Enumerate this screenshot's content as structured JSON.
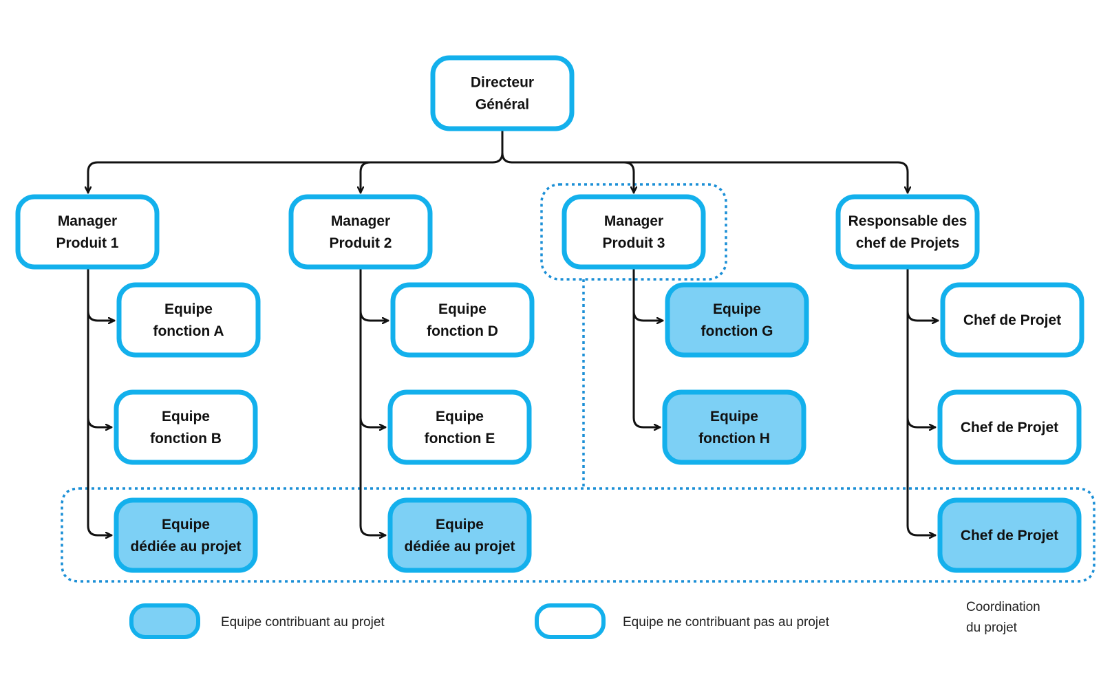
{
  "colors": {
    "border": "#13B0EC",
    "contrib_fill": "#7DD0F5",
    "plain_fill": "#FFFFFF",
    "connector": "#111111",
    "text": "#111111"
  },
  "nodes": {
    "dg": {
      "lines": [
        "Directeur",
        "Général"
      ],
      "contributes": false
    },
    "mp1": {
      "lines": [
        "Manager",
        "Produit 1"
      ],
      "contributes": false
    },
    "mp2": {
      "lines": [
        "Manager",
        "Produit 2"
      ],
      "contributes": false
    },
    "mp3": {
      "lines": [
        "Manager",
        "Produit 3"
      ],
      "contributes": false
    },
    "rcp": {
      "lines": [
        "Responsable des",
        "chef de Projets"
      ],
      "contributes": false
    },
    "efa": {
      "lines": [
        "Equipe",
        "fonction A"
      ],
      "contributes": false
    },
    "efb": {
      "lines": [
        "Equipe",
        "fonction B"
      ],
      "contributes": false
    },
    "edp1": {
      "lines": [
        "Equipe",
        "dédiée au projet"
      ],
      "contributes": true
    },
    "efd": {
      "lines": [
        "Equipe",
        "fonction D"
      ],
      "contributes": false
    },
    "efe": {
      "lines": [
        "Equipe",
        "fonction E"
      ],
      "contributes": false
    },
    "edp2": {
      "lines": [
        "Equipe",
        "dédiée au projet"
      ],
      "contributes": true
    },
    "efg": {
      "lines": [
        "Equipe",
        "fonction G"
      ],
      "contributes": true
    },
    "efh": {
      "lines": [
        "Equipe",
        "fonction H"
      ],
      "contributes": true
    },
    "cp1": {
      "lines": [
        "Chef de Projet"
      ],
      "contributes": false
    },
    "cp2": {
      "lines": [
        "Chef de Projet"
      ],
      "contributes": false
    },
    "cp3": {
      "lines": [
        "Chef de Projet"
      ],
      "contributes": true
    }
  },
  "legend": {
    "contributing": "Equipe contribuant au projet",
    "not_contributing": "Equipe ne contribuant pas au projet",
    "coordination_line1": "Coordination",
    "coordination_line2": "du projet"
  }
}
